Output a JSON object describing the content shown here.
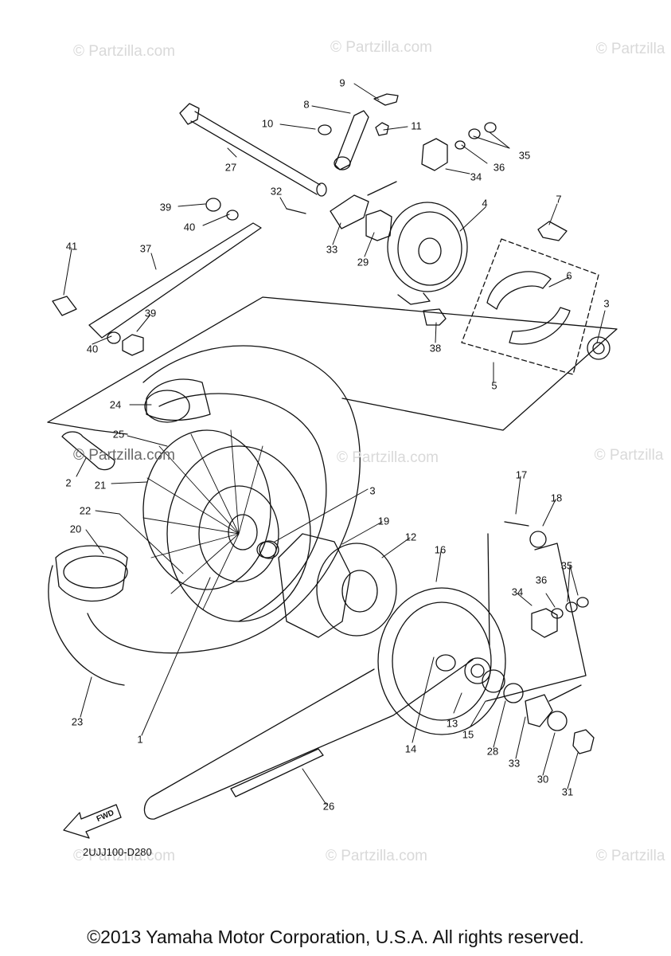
{
  "watermarks": [
    "© Partzilla.com",
    "© Partzilla.com",
    "© Partzilla",
    "© Partzilla.com",
    "© Partzilla.com",
    "© Partzilla",
    "© Partzilla.com",
    "© Partzilla.com",
    "© Partzilla"
  ],
  "diagram": {
    "labels": [
      "1",
      "2",
      "3",
      "3",
      "4",
      "5",
      "6",
      "7",
      "8",
      "9",
      "10",
      "11",
      "12",
      "13",
      "14",
      "15",
      "16",
      "17",
      "18",
      "19",
      "20",
      "21",
      "22",
      "23",
      "24",
      "25",
      "26",
      "27",
      "28",
      "29",
      "30",
      "31",
      "32",
      "33",
      "33",
      "34",
      "34",
      "35",
      "35",
      "36",
      "36",
      "37",
      "38",
      "39",
      "39",
      "40",
      "40",
      "41"
    ],
    "fwd_text": "FWD",
    "code": "2UJJ100-D280"
  },
  "footer": {
    "copyright": "©2013 Yamaha Motor Corporation, U.S.A. All rights reserved."
  }
}
